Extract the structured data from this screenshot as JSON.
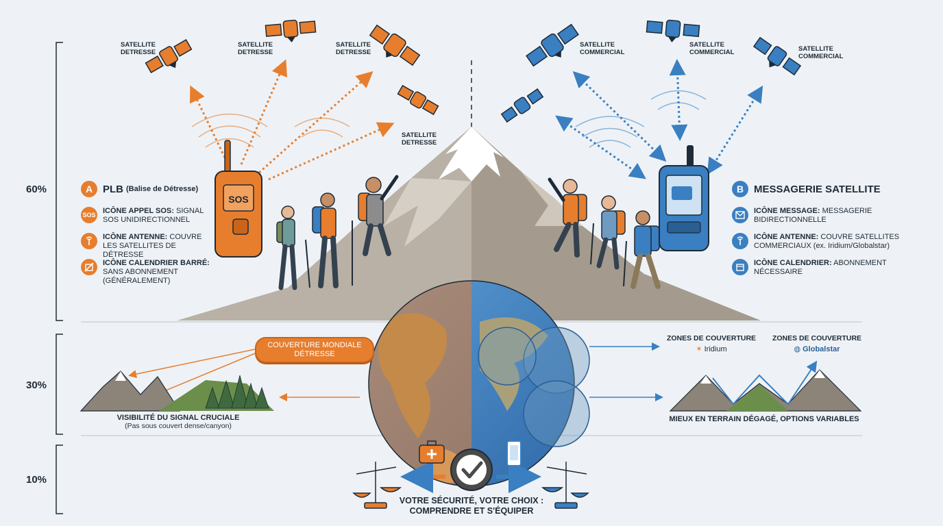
{
  "sections": [
    {
      "label": "60%"
    },
    {
      "label": "30%"
    },
    {
      "label": "10%"
    }
  ],
  "colors": {
    "plb": "#e67e2e",
    "messenger": "#3a7fc1",
    "dark": "#1e2a36",
    "mountain": "#b9b1a5",
    "bg": "#eef2f6"
  },
  "left_satellites": [
    {
      "label": "SATELLITE DETRESSE"
    },
    {
      "label": "SATELLITE DETRESSE"
    },
    {
      "label": "SATELLITE DETRESSE"
    },
    {
      "label": "SATELLITE DETRESSE"
    }
  ],
  "right_satellites": [
    {
      "label": "SATELLITE COMMERCIAL"
    },
    {
      "label": "SATELLITE COMMERCIAL"
    },
    {
      "label": "SATELLITE COMMERCIAL"
    }
  ],
  "plb_device": {
    "screen_text": "SOS"
  },
  "left_panel": {
    "letter": "A",
    "title": "PLB",
    "title_sub": "(Balise de Détresse)",
    "items": [
      {
        "icon": "sos-icon",
        "icon_text": "SOS",
        "bold": "ICÔNE APPEL SOS:",
        "text": " SIGNAL SOS UNIDIRECTIONNEL"
      },
      {
        "icon": "antenna-icon",
        "bold": "ICÔNE ANTENNE:",
        "text": " COUVRE LES SATELLITES DE DÉTRESSE"
      },
      {
        "icon": "calendar-crossed-icon",
        "bold": "ICÔNE CALENDRIER BARRÉ:",
        "text": " SANS ABONNEMENT (GÉNÉRALEMENT)"
      }
    ]
  },
  "right_panel": {
    "letter": "B",
    "title": "MESSAGERIE SATELLITE",
    "items": [
      {
        "icon": "envelope-icon",
        "bold": "ICÔNE MESSAGE:",
        "text": " MESSAGERIE BIDIRECTIONNELLE"
      },
      {
        "icon": "antenna-icon",
        "bold": "ICÔNE ANTENNE:",
        "text": " COUVRE SATELLITES COMMERCIAUX (ex. Iridium/Globalstar)"
      },
      {
        "icon": "calendar-icon",
        "bold": "ICÔNE CALENDRIER:",
        "text": " ABONNEMENT NÉCESSAIRE"
      }
    ]
  },
  "coverage": {
    "pill": "COUVERTURE MONDIALE DÉTRESSE",
    "left_caption": "VISIBILITÉ DU SIGNAL CRUCIALE",
    "left_caption_sub": "(Pas sous couvert dense/canyon)",
    "zones": [
      {
        "title": "ZONES DE COUVERTURE",
        "brand": "Iridium"
      },
      {
        "title": "ZONES DE COUVERTURE",
        "brand": "Globalstar"
      }
    ],
    "right_caption": "MIEUX EN TERRAIN DÉGAGÉ, OPTIONS VARIABLES"
  },
  "bottom": {
    "line1": "VOTRE SÉCURITÉ, VOTRE CHOIX :",
    "line2": "COMPRENDRE ET S'ÉQUIPER"
  }
}
